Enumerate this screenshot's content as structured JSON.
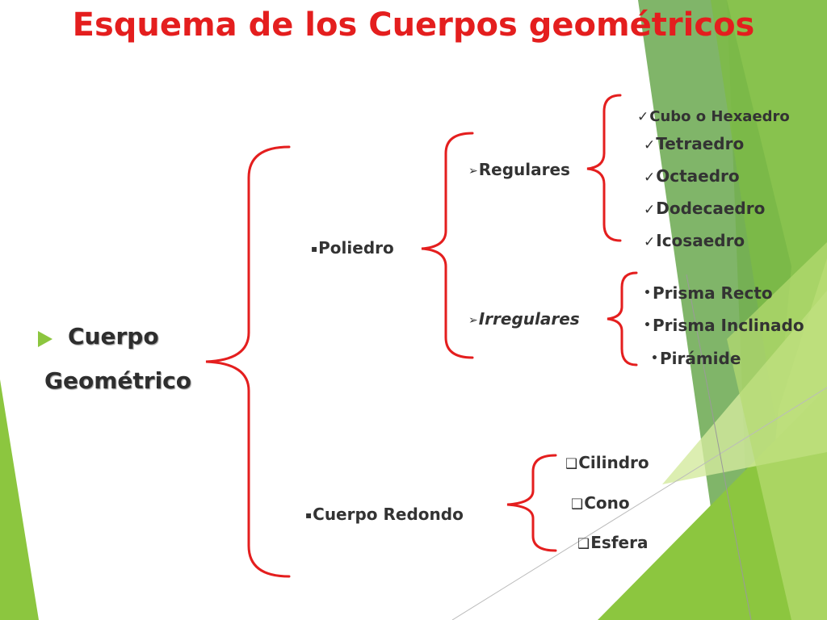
{
  "title": "Esquema de los Cuerpos geométricos",
  "colors": {
    "title": "#e41e1e",
    "bracket": "#e41e1e",
    "accent_green": "#8cc63f",
    "text": "#333333"
  },
  "root": {
    "line1": "Cuerpo",
    "line2": "Geométrico",
    "bullet_icon": "green-triangle-icon"
  },
  "level1": {
    "poliedro": {
      "marker": "▪",
      "label": "Poliedro"
    },
    "cuerpo_redondo": {
      "marker": "▪",
      "label": "Cuerpo Redondo"
    }
  },
  "poliedro_children": {
    "regulares": {
      "marker": "➢",
      "label": "Regulares"
    },
    "irregulares": {
      "marker": "➢",
      "label": "Irregulares"
    }
  },
  "regulares_items": [
    {
      "marker": "✓",
      "label": "Cubo o Hexaedro"
    },
    {
      "marker": "✓",
      "label": "Tetraedro"
    },
    {
      "marker": "✓",
      "label": "Octaedro"
    },
    {
      "marker": "✓",
      "label": "Dodecaedro"
    },
    {
      "marker": "✓",
      "label": "Icosaedro"
    }
  ],
  "irregulares_items": [
    {
      "marker": "•",
      "label": "Prisma Recto"
    },
    {
      "marker": "•",
      "label": "Prisma Inclinado"
    },
    {
      "marker": "•",
      "label": "Pirámide"
    }
  ],
  "redondo_items": [
    {
      "marker": "❑",
      "label": "Cilindro"
    },
    {
      "marker": "❑",
      "label": "Cono"
    },
    {
      "marker": "❑",
      "label": "Esfera"
    }
  ]
}
